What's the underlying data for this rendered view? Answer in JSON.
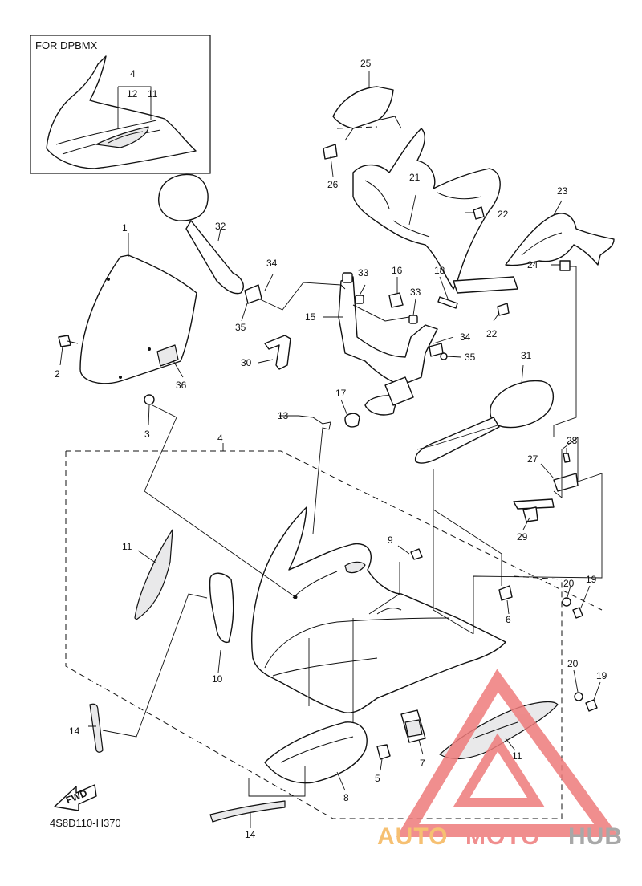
{
  "inset": {
    "title": "FOR DPBMX",
    "labels": [
      "4",
      "12",
      "11"
    ]
  },
  "diagram_code": "4S8D110-H370",
  "fwd_label": "FWD",
  "callouts": {
    "c1": "1",
    "c2": "2",
    "c3": "3",
    "c4": "4",
    "c5": "5",
    "c6": "6",
    "c7": "7",
    "c8": "8",
    "c9": "9",
    "c10": "10",
    "c11a": "11",
    "c11b": "11",
    "c13": "13",
    "c14a": "14",
    "c14b": "14",
    "c15": "15",
    "c16": "16",
    "c17": "17",
    "c18": "18",
    "c19a": "19",
    "c19b": "19",
    "c20a": "20",
    "c20b": "20",
    "c21": "21",
    "c22a": "22",
    "c22b": "22",
    "c23": "23",
    "c24": "24",
    "c25": "25",
    "c26": "26",
    "c27": "27",
    "c28": "28",
    "c29": "29",
    "c30": "30",
    "c31": "31",
    "c32": "32",
    "c33a": "33",
    "c33b": "33",
    "c34a": "34",
    "c34b": "34",
    "c35a": "35",
    "c35b": "35",
    "c36": "36"
  },
  "watermark": {
    "part1": "AUTO",
    "part2": "MOTO",
    "part3": "HUB"
  },
  "colors": {
    "watermark_orange": "#f5b65a",
    "watermark_red": "#ee7b7b",
    "watermark_gray": "#9a9a9a"
  }
}
